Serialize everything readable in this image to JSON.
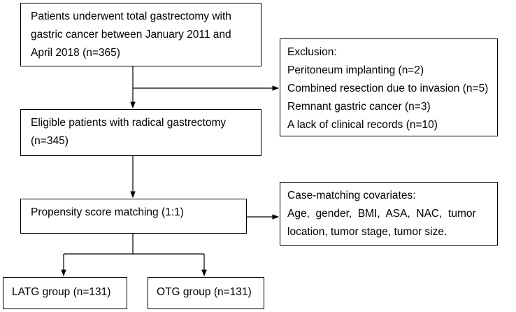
{
  "nodes": {
    "start": {
      "lines": [
        "Patients underwent total gastrectomy with",
        "gastric cancer between January 2011 and",
        "April 2018 (n=365)"
      ]
    },
    "exclusion": {
      "lines": [
        "Exclusion:",
        "Peritoneum implanting (n=2)",
        "Combined resection due to invasion (n=5)",
        "Remnant gastric cancer (n=3)",
        "A lack of clinical records (n=10)"
      ]
    },
    "eligible": {
      "lines": [
        "Eligible patients with radical gastrectomy",
        "(n=345)"
      ]
    },
    "psm": {
      "lines": [
        "Propensity score matching (1:1)"
      ]
    },
    "covariates": {
      "lines": [
        "Case-matching covariates:",
        "Age,  gender,  BMI,  ASA,  NAC,  tumor",
        "location, tumor stage, tumor size."
      ]
    },
    "latg": {
      "lines": [
        "LATG group (n=131)"
      ]
    },
    "otg": {
      "lines": [
        "OTG group (n=131)"
      ]
    }
  }
}
